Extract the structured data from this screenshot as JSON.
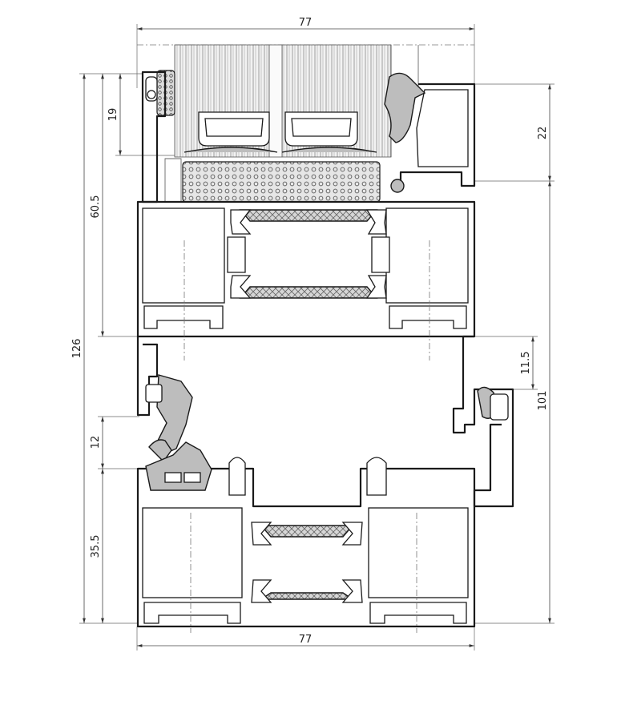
{
  "drawing": {
    "dimensions": {
      "top_width": "77",
      "bottom_width": "77",
      "overall_height": "126",
      "upper_height": "60.5",
      "glazing_depth": "19",
      "lower_height": "35.5",
      "overlap": "12",
      "right_height": "101",
      "right_top_offset": "22",
      "right_step": "11.5"
    }
  }
}
